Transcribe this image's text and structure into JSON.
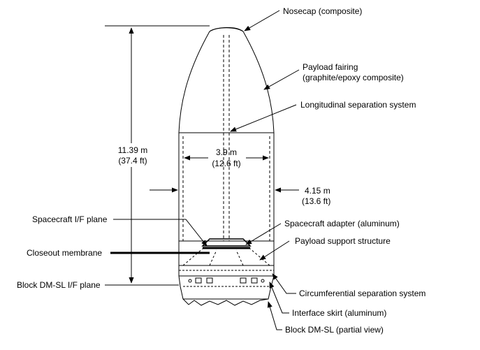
{
  "labels": {
    "nosecap": "Nosecap (composite)",
    "fairing_line1": "Payload fairing",
    "fairing_line2": "(graphite/epoxy composite)",
    "longitudinal": "Longitudinal separation system",
    "height_m": "11.39 m",
    "height_ft": "(37.4 ft)",
    "inner_dia_m": "3.9 m",
    "inner_dia_ft": "(12.6 ft)",
    "outer_dia_m": "4.15 m",
    "outer_dia_ft": "(13.6 ft)",
    "spacecraft_if_plane": "Spacecraft I/F plane",
    "spacecraft_adapter": "Spacecraft adapter (aluminum)",
    "payload_support": "Payload support structure",
    "closeout_membrane": "Closeout membrane",
    "block_if_plane": "Block DM-SL I/F plane",
    "circumferential": "Circumferential separation system",
    "interface_skirt": "Interface skirt (aluminum)",
    "block_dmsl": "Block DM-SL (partial view)"
  },
  "colors": {
    "line": "#000000",
    "background": "#ffffff"
  }
}
